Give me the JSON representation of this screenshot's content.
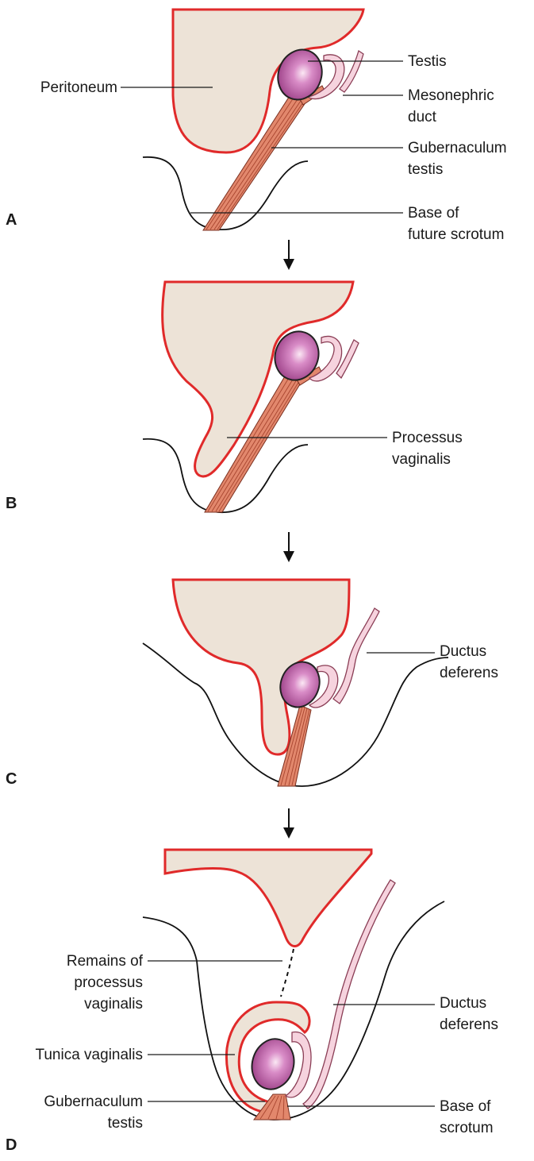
{
  "panels": {
    "a": {
      "letter": "A",
      "labels": {
        "peritoneum": "Peritoneum",
        "testis": "Testis",
        "mesonephric_1": "Mesonephric",
        "mesonephric_2": "duct",
        "gubernaculum_1": "Gubernaculum",
        "gubernaculum_2": "testis",
        "base_1": "Base of",
        "base_2": "future scrotum"
      }
    },
    "b": {
      "letter": "B",
      "labels": {
        "processus_1": "Processus",
        "processus_2": "vaginalis"
      }
    },
    "c": {
      "letter": "C",
      "labels": {
        "ductus_1": "Ductus",
        "ductus_2": "deferens"
      }
    },
    "d": {
      "letter": "D",
      "labels": {
        "remains_1": "Remains of",
        "remains_2": "processus",
        "remains_3": "vaginalis",
        "tunica": "Tunica vaginalis",
        "gubernaculum_1": "Gubernaculum",
        "gubernaculum_2": "testis",
        "ductus_1": "Ductus",
        "ductus_2": "deferens",
        "base_1": "Base of",
        "base_2": "scrotum"
      }
    }
  },
  "colors": {
    "peritoneum_outline": "#e02a2a",
    "peritoneum_fill": "#ede3d7",
    "testis_fill": "#c061a8",
    "gubernaculum": "#e2876c",
    "duct": "#f6d3de"
  }
}
